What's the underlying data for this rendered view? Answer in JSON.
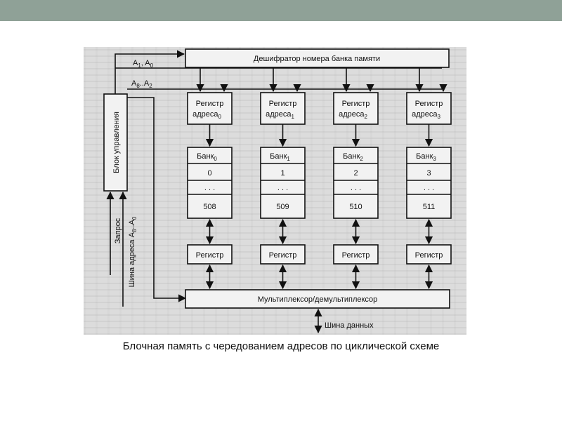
{
  "diagram": {
    "decoder": "Дешифратор номера банка памяти",
    "control_block": "Блок управления",
    "addr_a1": "A",
    "addr_a1_sub1": "1",
    "addr_a1_sep": ", A",
    "addr_a1_sub2": "0",
    "addr_a8": "A",
    "addr_a8_sub1": "8",
    "addr_a8_sep": "..A",
    "addr_a8_sub2": "2",
    "request": "Запрос",
    "address_bus": "Шина адреса A",
    "address_bus_sub1": "8",
    "address_bus_sep": "..A",
    "address_bus_sub2": "0",
    "address_register_line1": "Регистр",
    "address_register_line2": "адреса",
    "bank_word": "Банк",
    "dots": ". . .",
    "register": "Регистр",
    "mux": "Мультиплексор/демультиплексор",
    "data_bus": "Шина данных",
    "banks": [
      {
        "index": "0",
        "first": "0",
        "last": "508"
      },
      {
        "index": "1",
        "first": "1",
        "last": "509"
      },
      {
        "index": "2",
        "first": "2",
        "last": "510"
      },
      {
        "index": "3",
        "first": "3",
        "last": "511"
      }
    ]
  },
  "caption": "Блочная память с чередованием адресов по циклической схеме"
}
